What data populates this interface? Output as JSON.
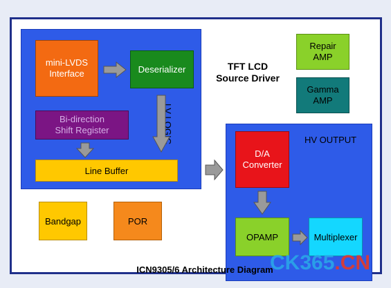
{
  "diagram": {
    "title": "TFT LCD\nSource Driver",
    "caption": "ICN9305/6 Architecture Diagram",
    "regions": {
      "lv_logic": "LV LOGIC",
      "hv_output": "HV OUTPUT"
    },
    "blocks": {
      "mini_lvds": "mini-LVDS\nInterface",
      "deserializer": "Deserializer",
      "shift_register": "Bi-direction\nShift Register",
      "line_buffer": "Line Buffer",
      "bandgap": "Bandgap",
      "por": "POR",
      "repair_amp": "Repair\nAMP",
      "gamma_amp": "Gamma\nAMP",
      "da_converter": "D/A\nConverter",
      "opamp": "OPAMP",
      "multiplexer": "Multiplexer"
    },
    "watermark": {
      "part1": "CK365",
      "part2": ".CN"
    }
  }
}
